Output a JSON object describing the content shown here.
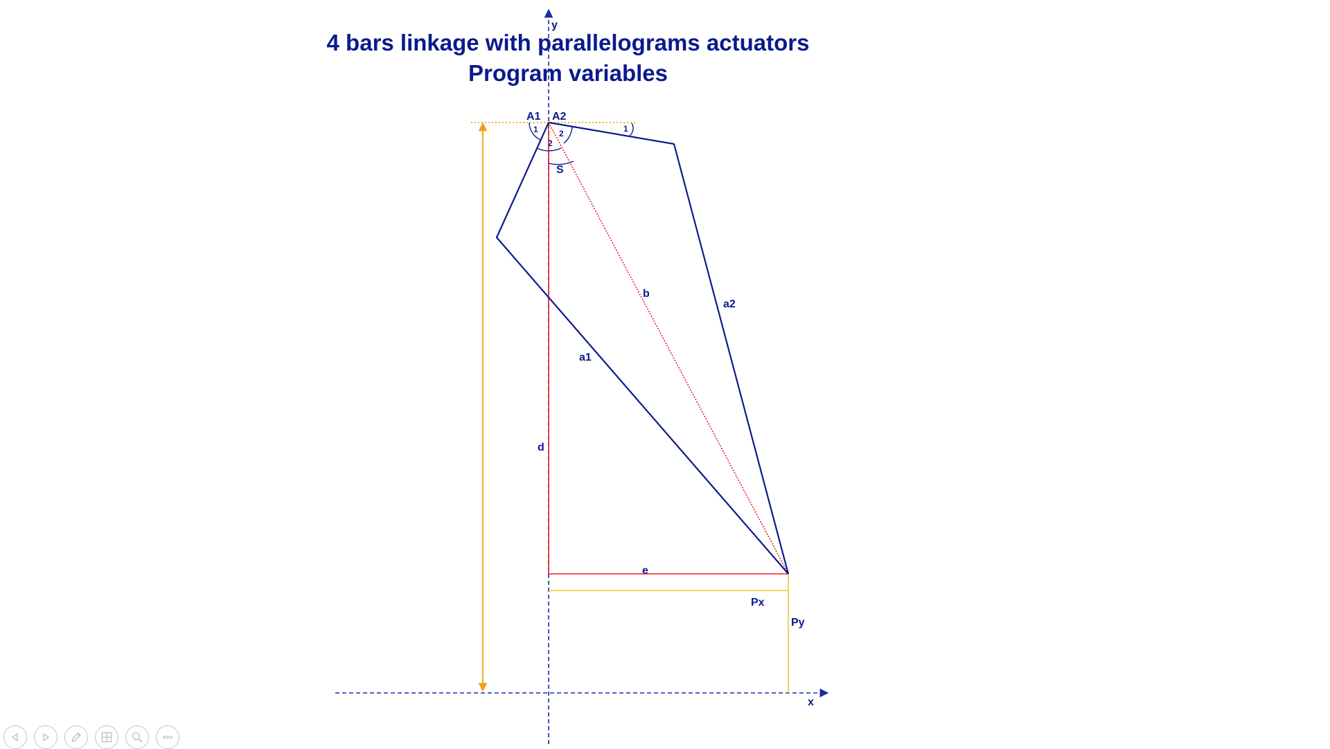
{
  "title": {
    "line1": "4 bars linkage with parallelograms actuators",
    "line2": "Program variables"
  },
  "axes": {
    "x_label": "x",
    "y_label": "y"
  },
  "labels": {
    "A1": "A1",
    "A2": "A2",
    "angle_1_left": "1",
    "angle_2_left": "2",
    "angle_2_right": "2",
    "angle_1_right": "1",
    "S": "S",
    "a1": "a1",
    "a2": "a2",
    "b": "b",
    "d": "d",
    "e": "e",
    "Px": "Px",
    "Py": "Py"
  },
  "colors": {
    "linkage": "#0a1a8c",
    "construction": "#e8202a",
    "dimension": "#f0b020",
    "axis": "#1a2ba0",
    "toolbar": "#c4c4c4"
  },
  "toolbar": {
    "icons": [
      "previous-slide-icon",
      "next-slide-icon",
      "pen-icon",
      "see-all-slides-icon",
      "zoom-icon",
      "more-options-icon"
    ]
  }
}
